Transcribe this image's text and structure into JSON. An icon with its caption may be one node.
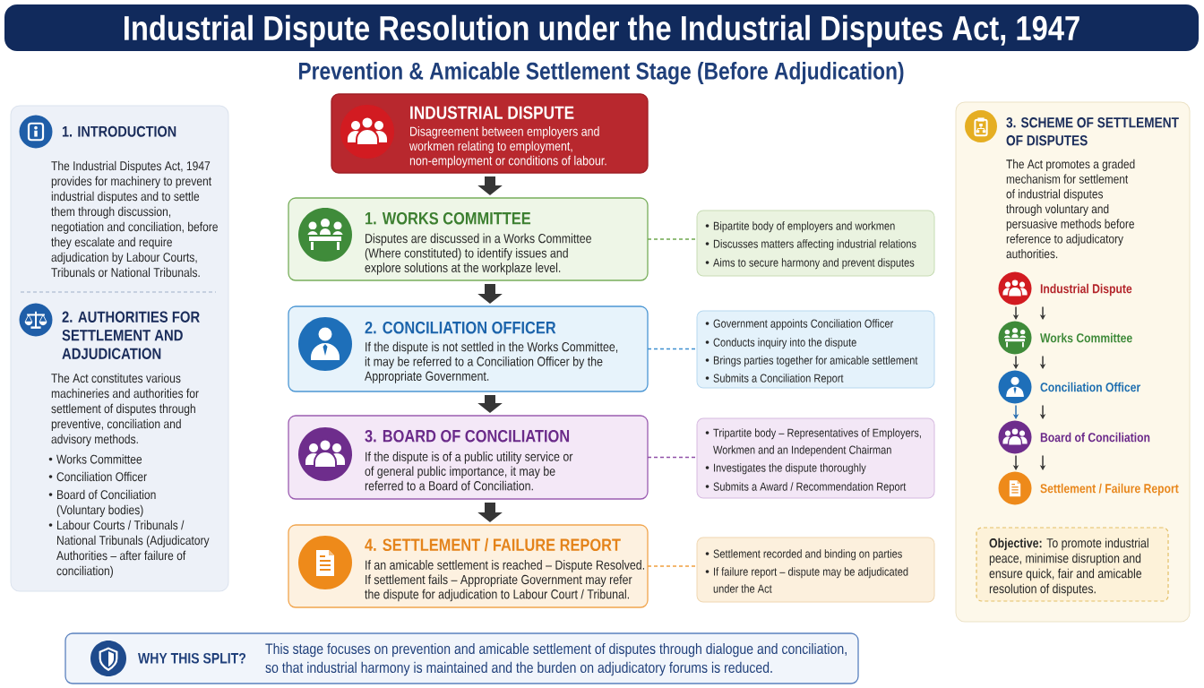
{
  "diagram": {
    "title": "Industrial Dispute Resolution under the Industrial Disputes Act, 1947",
    "nodes": [
      {
        "text": [
          "1. INTRODUCTION",
          "The Industrial Disputes Act, 1947 provides for machinery to prevent industrial disputes and to settle them through discussion, negotiation and conciliation, before they escalate and require adjudication by Labour Courts, Tribunals or National Tribunals.",
          "2. AUTHORITIES FOR SETTLEMENT AND ADJUDICATION",
          "The Act constitutes various machineries and authorities for settlement of disputes through preventive, conciliation and advisory methods.",
          "Works Committee",
          "Conciliation Officer",
          "Board of Conciliation (Voluntary bodies)",
          "Labour Courts / Tribunals / National Tribunals (Adjudicatory Authorities – after failure of conciliation)"
        ]
      },
      {
        "text": [
          "INDUSTRIAL DISPUTE",
          "Disagreement between employers and workmen relating to employment, non-employment or conditions of labour."
        ]
      },
      {
        "text": [
          "1. WORKS COMMITTEE",
          "Disputes are discussed in a Works Committee (Where constituted) to identify issues and explore solutions at the workplaze level."
        ]
      },
      {
        "text": [
          "2. CONCILIATION OFFICER",
          "If the dispute is not settled in the Works Committee, it may be referred to a Conciliation Officer by the Appropriate Government."
        ]
      },
      {
        "text": [
          "3. BOARD OF CONCILIATION",
          "If the dispute is of a public utility service or of general public importance, it may be referred to a Board of Conciliation."
        ]
      },
      {
        "text": [
          "4. SETTLEMENT / FAILURE REPORT",
          "If an amicable settlement is reached – Dispute Resolved. If settlement fails – Appropriate Government may refer the dispute for adjudication to Labour Court / Tribunal."
        ]
      },
      {
        "text": [
          "Bipartite body of employers and workmen",
          "Discusses matters affecting industrial relations",
          "Aims to secure harmony and prevent disputes"
        ]
      },
      {
        "text": [
          "Government appoints Conciliation Officer",
          "Conducts inquiry into the dispute",
          "Brings parties together for amicable settlement",
          "Submits a Conciliation Report"
        ]
      },
      {
        "text": [
          "Tripartite body – Representatives of Employers, Workmen and an Independent Chairman",
          "Investigates the dispute thoroughly",
          "Submits a Award / Recommendation Report"
        ]
      },
      {
        "text": [
          "Settlement recorded and binding on parties",
          "If failure report – dispute may be adjudicated under the Act"
        ]
      },
      {
        "text": [
          "3. SCHEME OF SETTLEMENT OF DISPUTES",
          "The Act promotes a graded mechanism for settlement of industrial disputes through voluntary and persuasive methods before reference to adjudicatory authorities."
        ]
      },
      {
        "text": [
          "Industrial Dispute"
        ],
        "in": 10
      },
      {
        "text": [
          "Works Committee"
        ],
        "in": 10
      },
      {
        "text": [
          "Conciliation Officer"
        ],
        "in": 10
      },
      {
        "text": [
          "Board of Conciliation"
        ],
        "in": 10
      },
      {
        "text": [
          "Settlement / Failure Report"
        ],
        "in": 10
      },
      {
        "text": [
          "**Objective:** To promote industrial peace, minimise disruption and ensure quick, fair and amicable resolution of disputes."
        ],
        "in": 10
      },
      {
        "text": [
          "WHY THIS SPLIT?",
          "This stage focuses on prevention and amicable settlement of disputes through dialogue and conciliation, so that industrial harmony is maintained and the burden on adjudicatory forums is reduced."
        ]
      }
    ],
    "edges": [
      {
        "from": 1,
        "to": 2,
        "arrow": "to",
        "style": "thick"
      },
      {
        "from": 2,
        "to": 3,
        "arrow": "to",
        "style": "thick"
      },
      {
        "from": 3,
        "to": 4,
        "arrow": "to",
        "style": "thick"
      },
      {
        "from": 4,
        "to": 5,
        "arrow": "to",
        "style": "thick"
      },
      {
        "from": 2,
        "to": 6,
        "arrow": "none",
        "style": "dashed",
        "color": "#6fa84f"
      },
      {
        "from": 3,
        "to": 7,
        "arrow": "none",
        "style": "dashed",
        "color": "#3f8fd0"
      },
      {
        "from": 4,
        "to": 8,
        "arrow": "none",
        "style": "dashed",
        "color": "#9050a8"
      },
      {
        "from": 5,
        "to": 9,
        "arrow": "none",
        "style": "dashed",
        "color": "#f0a040"
      },
      {
        "from": 11,
        "to": 12,
        "arrow": "to"
      },
      {
        "from": 11,
        "to": 12,
        "arrow": "to"
      },
      {
        "from": 12,
        "to": 13,
        "arrow": "to"
      },
      {
        "from": 12,
        "to": 13,
        "arrow": "to"
      },
      {
        "from": 13,
        "to": 14,
        "arrow": "to",
        "color": "#2a6fb0"
      },
      {
        "from": 13,
        "to": 14,
        "arrow": "to"
      },
      {
        "from": 14,
        "to": 15,
        "arrow": "to"
      },
      {
        "from": 14,
        "to": 15,
        "arrow": "to"
      }
    ],
    "labels": [
      "Prevention & Amicable Settlement Stage (Before Adjudication)"
    ]
  }
}
